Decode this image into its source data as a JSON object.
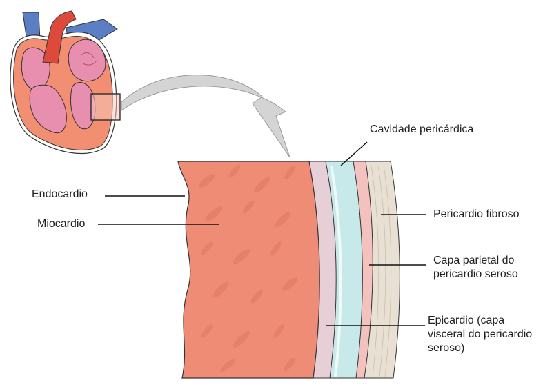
{
  "labels": {
    "pericardial_cavity": "Cavidade pericárdica",
    "endocardium": "Endocardio",
    "myocardium": "Miocardio",
    "fibrous_pericardium": "Pericardio fibroso",
    "parietal_layer": [
      "Capa parietal do",
      "pericardio seroso"
    ],
    "epicardium": [
      "Epicardio (capa",
      "visceral do pericardio",
      "seroso)"
    ]
  },
  "colors": {
    "myocardium": "#ef8c76",
    "epicardium": "#e6cfd6",
    "cavity": "#c8e9ea",
    "parietal": "#f3c2be",
    "fibrous": "#e7e0d3",
    "heart_pink": "#e88fb0",
    "heart_wall": "#f28f73",
    "aorta": "#dd4a3b",
    "vena": "#5b7fc4",
    "arrow": "#d4d4d4"
  }
}
